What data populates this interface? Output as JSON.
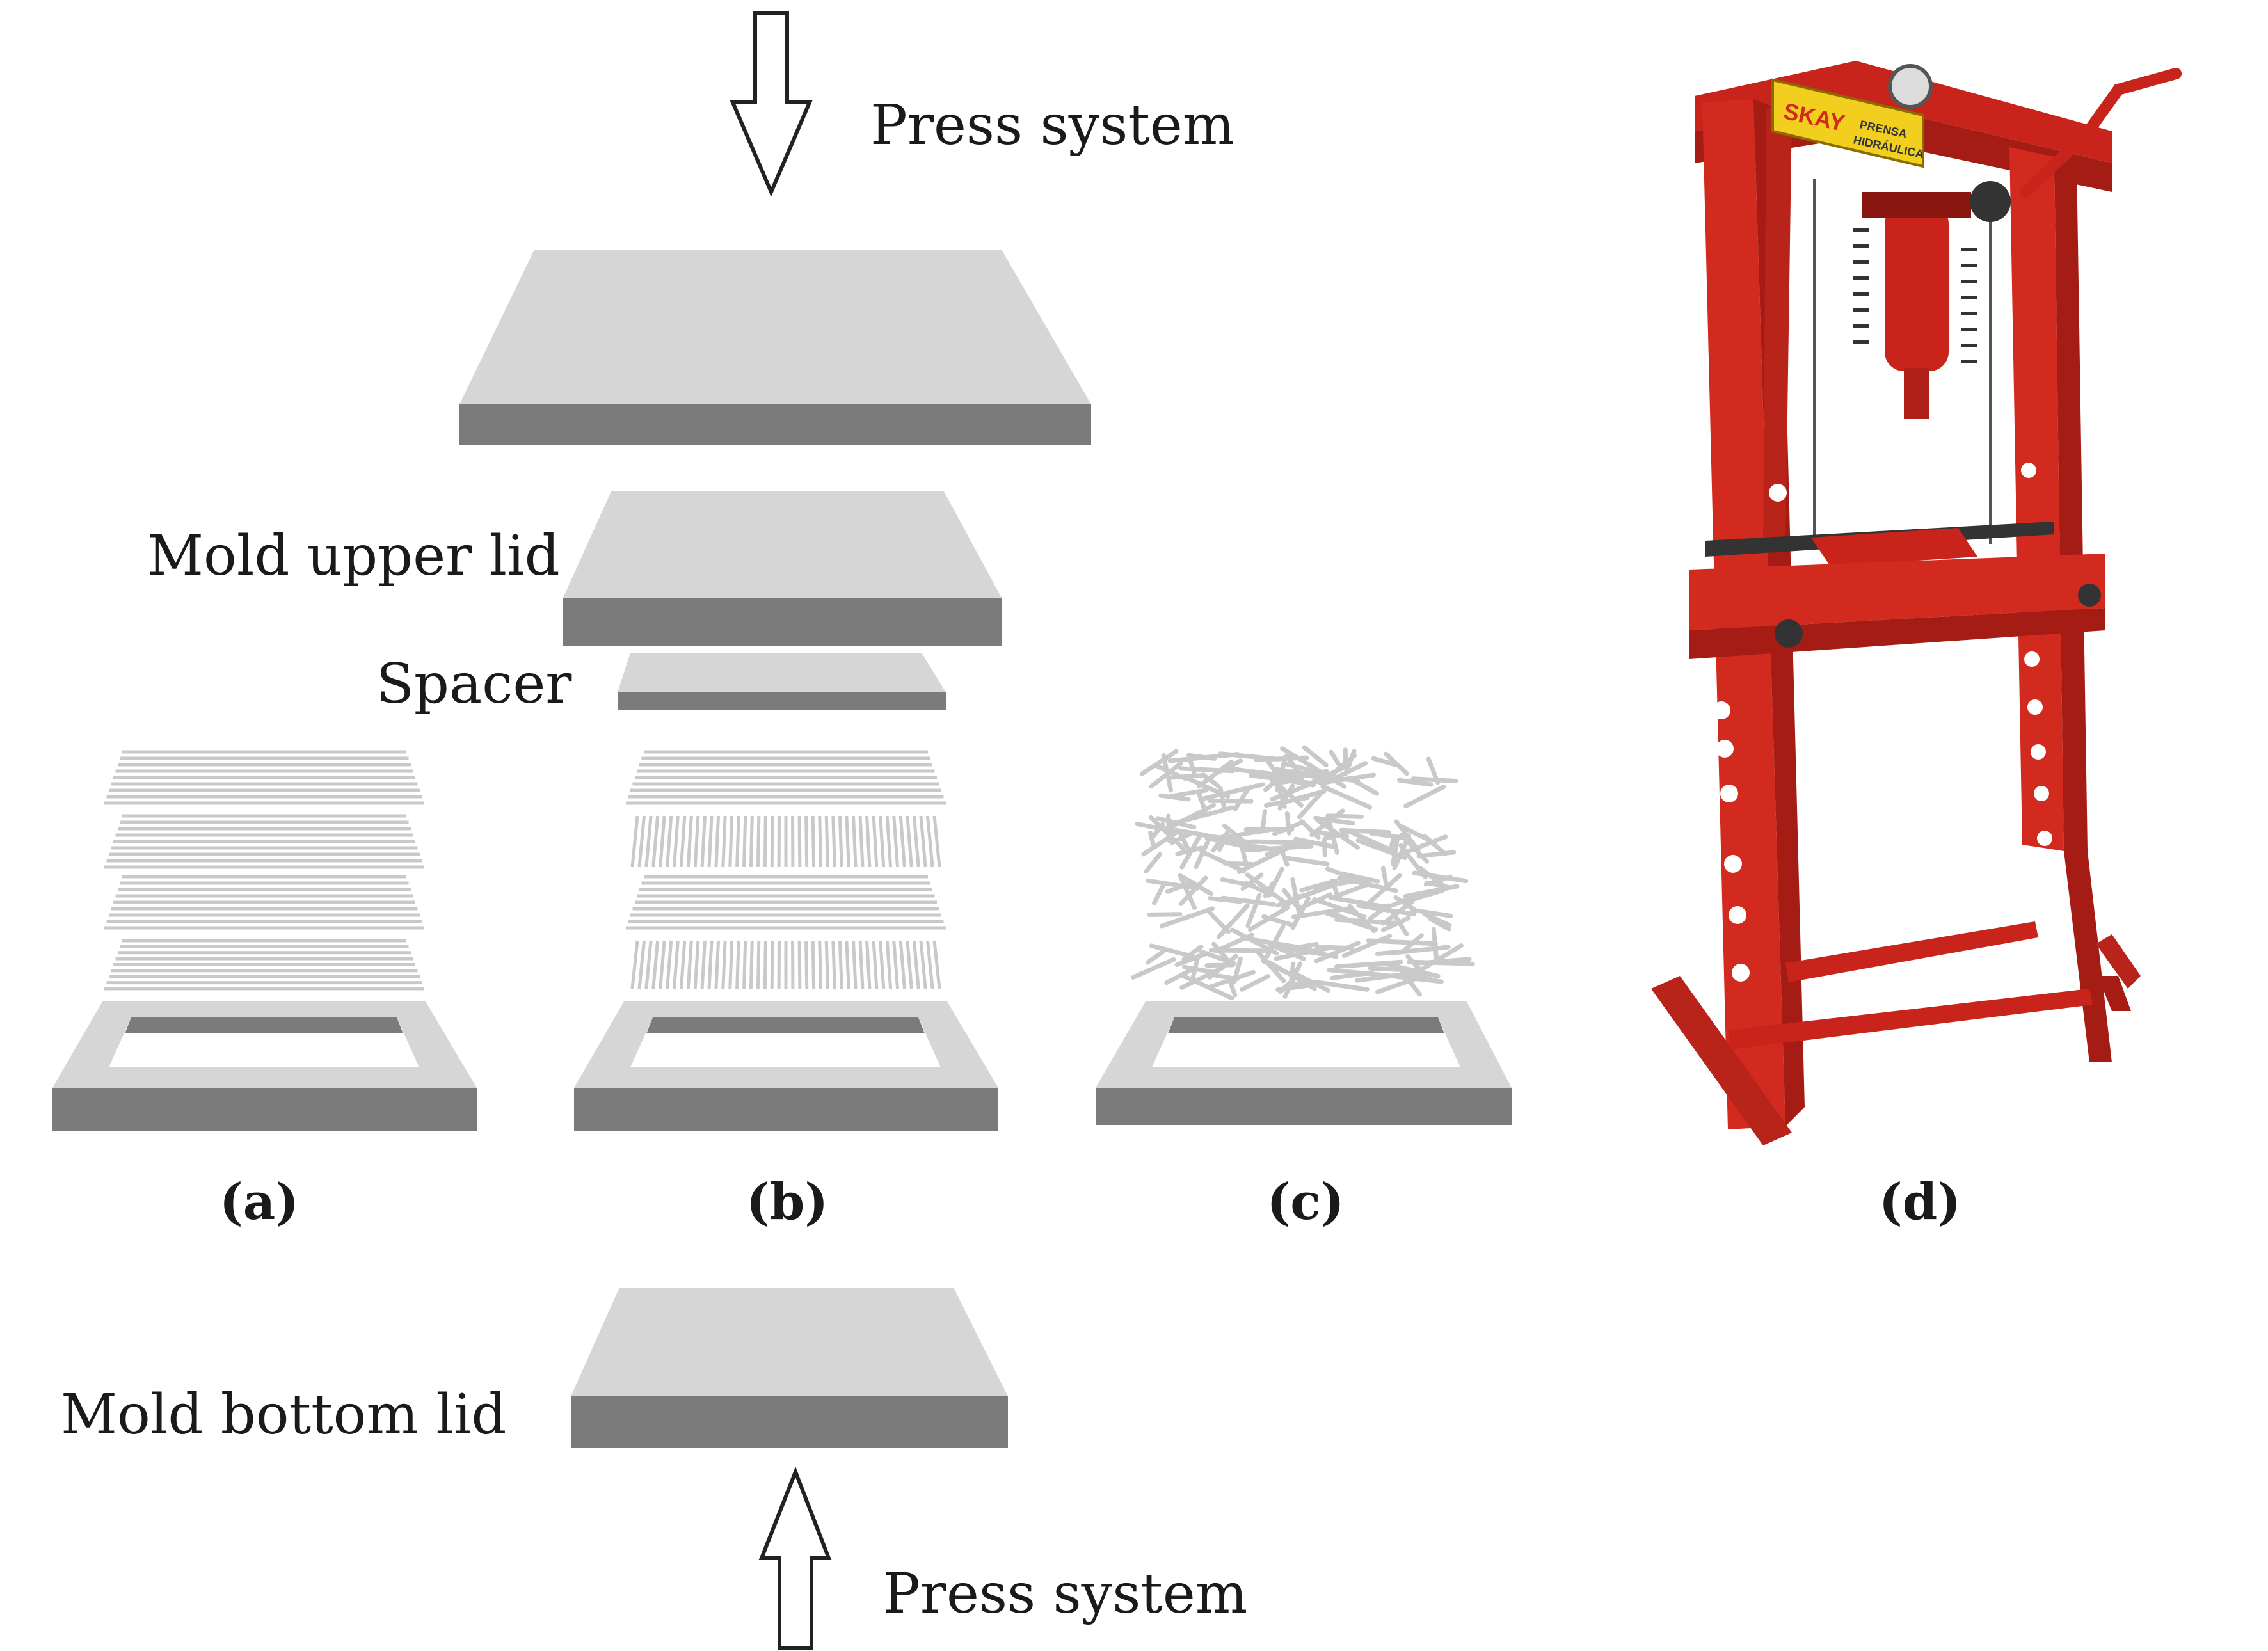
{
  "labels": {
    "press_top": "Press system",
    "press_bottom": "Press system",
    "upper_lid": "Mold upper lid",
    "spacer": "Spacer",
    "bottom_lid": "Mold bottom lid"
  },
  "panels": {
    "a": "(a)",
    "b": "(b)",
    "c": "(c)",
    "d": "(d)"
  },
  "photo": {
    "badge_brand": "SKAY",
    "badge_line1": "PRENSA",
    "badge_line2": "HIDRÁULICA"
  },
  "colors": {
    "plate_top_face": "#d6d6d6",
    "plate_side": "#7b7b7b",
    "fiber": "#c9c9c9",
    "frame_red": "#d32a20",
    "frame_red_dark": "#a51c15",
    "badge_yellow": "#f2cf1f"
  }
}
